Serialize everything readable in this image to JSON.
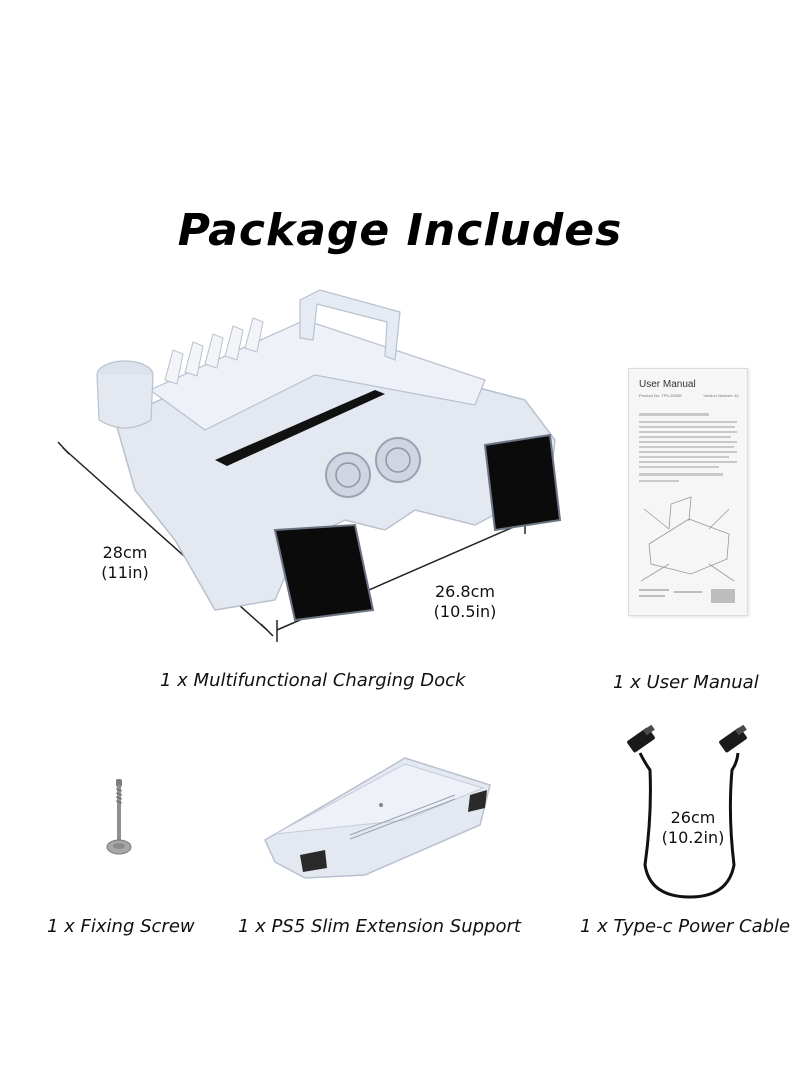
{
  "title": "Package Includes",
  "items": {
    "dock": {
      "caption": "1 x Multifunctional Charging Dock",
      "depth_cm": "28cm",
      "depth_in": "(11in)",
      "width_cm": "26.8cm",
      "width_in": "(10.5in)"
    },
    "manual": {
      "caption": "1 x User Manual",
      "cover_title": "User Manual",
      "product_no": "Product No: TPS-3552B",
      "version": "Version Number: A1"
    },
    "screw": {
      "caption": "1 x Fixing Screw"
    },
    "support": {
      "caption": "1 x PS5 Slim Extension Support"
    },
    "cable": {
      "caption": "1 x Type-c Power Cable",
      "length_cm": "26cm",
      "length_in": "(10.2in)"
    }
  },
  "colors": {
    "product_white": "#e3e8f1",
    "product_shadow": "#b9c1cf",
    "black": "#0b0b0b"
  }
}
